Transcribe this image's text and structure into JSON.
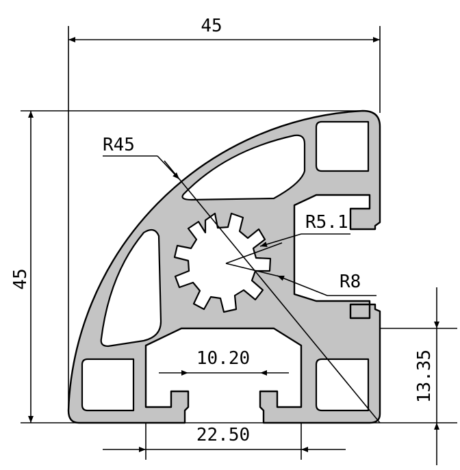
{
  "drawing": {
    "title": "90° quarter-round aluminum extrusion profile 45x45",
    "dimensions": {
      "width": "45",
      "height": "45",
      "outer_radius": "R45",
      "bore_radius": "R5.1",
      "gear_radius": "R8",
      "slot_opening": "10.20",
      "slot_spacing": "22.50",
      "slot_offset": "13.35"
    },
    "colors": {
      "profile_fill": "#c4c4c4",
      "line": "#000000",
      "background": "#ffffff"
    }
  }
}
